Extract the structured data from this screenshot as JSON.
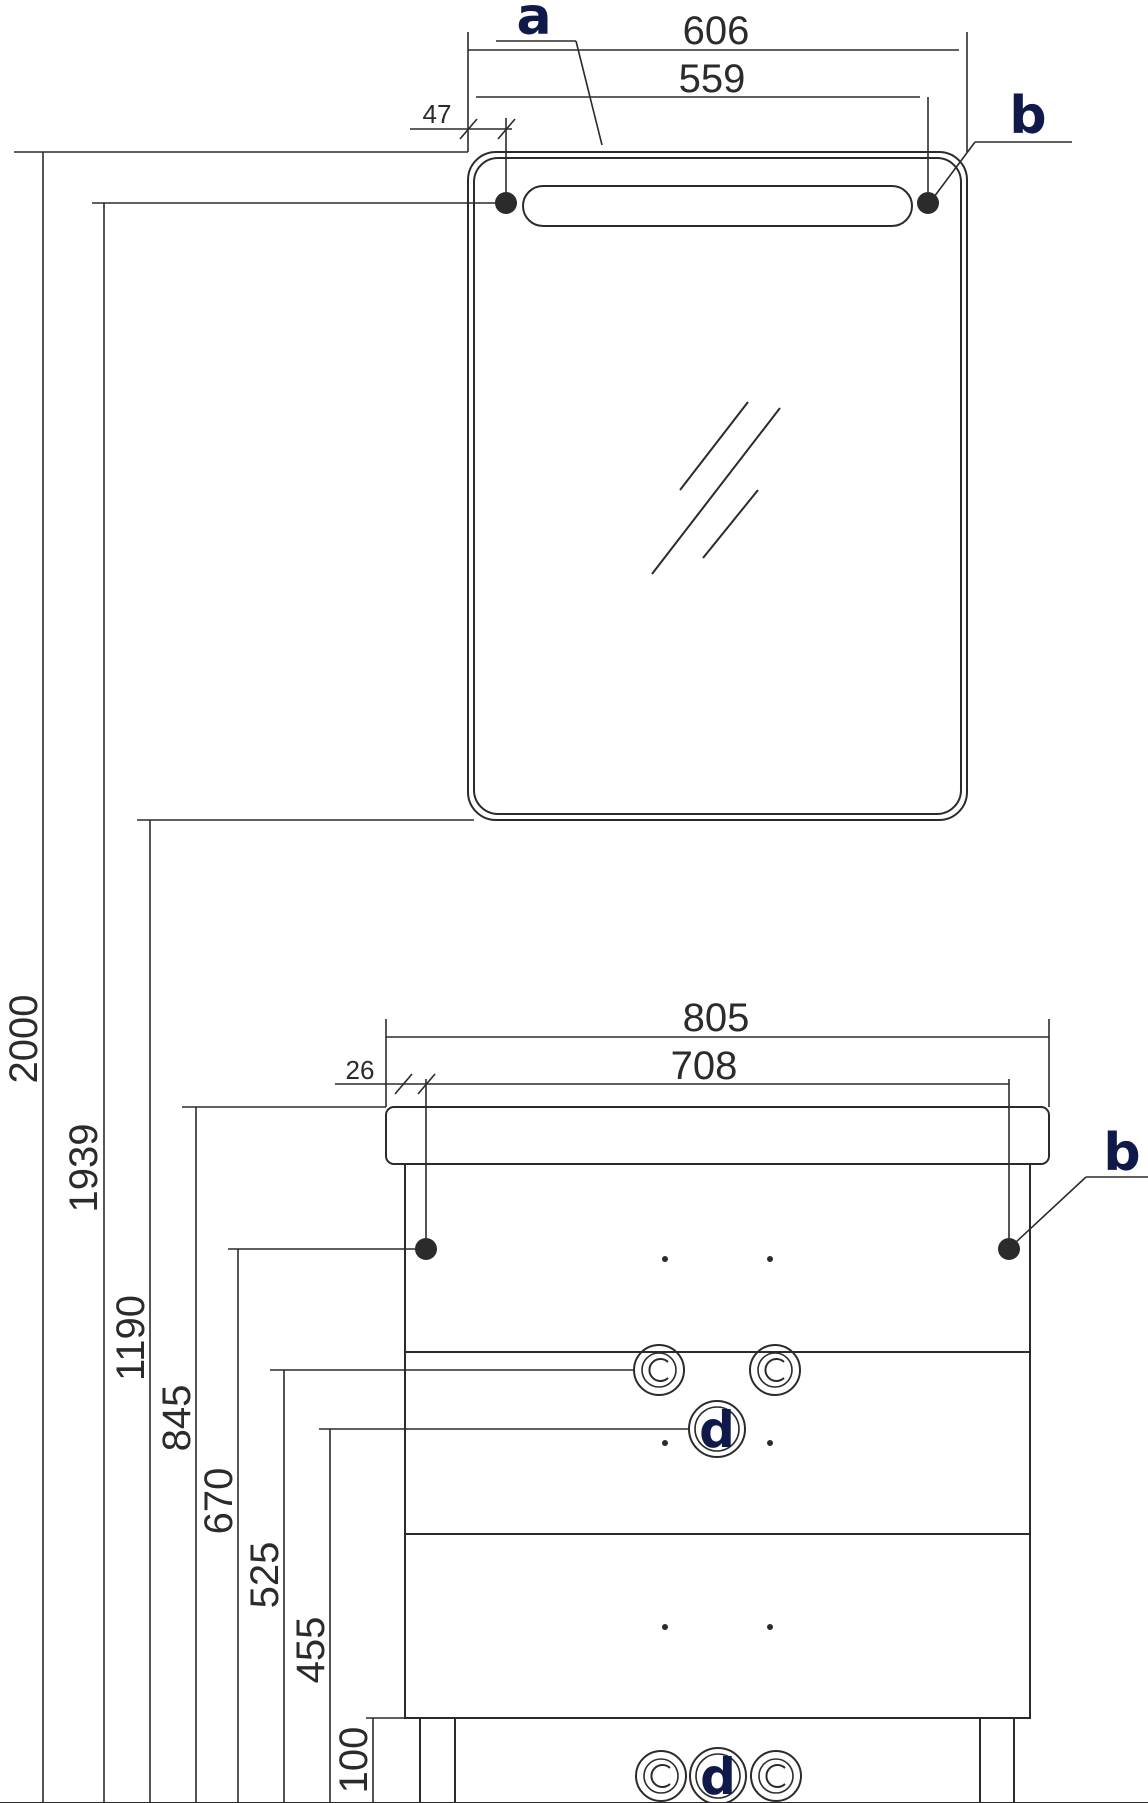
{
  "dimensions": {
    "mirror_width": "606",
    "mirror_hole_spacing": "559",
    "mirror_hole_offset": "47",
    "cabinet_width": "805",
    "cabinet_hole_spacing": "708",
    "cabinet_hole_offset": "26",
    "h_total": "2000",
    "h_mirror_holes": "1939",
    "h_mirror_bottom": "1190",
    "h_cabinet_top": "845",
    "h_cabinet_holes": "670",
    "h_supply_upper": "525",
    "h_drain_upper": "455",
    "h_floor_zone": "100"
  },
  "callouts": {
    "a": "a",
    "b_mirror": "b",
    "b_cabinet": "b",
    "d_upper": "d",
    "d_lower": "d"
  },
  "colors": {
    "line": "#2b2b2b",
    "callout": "#0f1a4a"
  }
}
